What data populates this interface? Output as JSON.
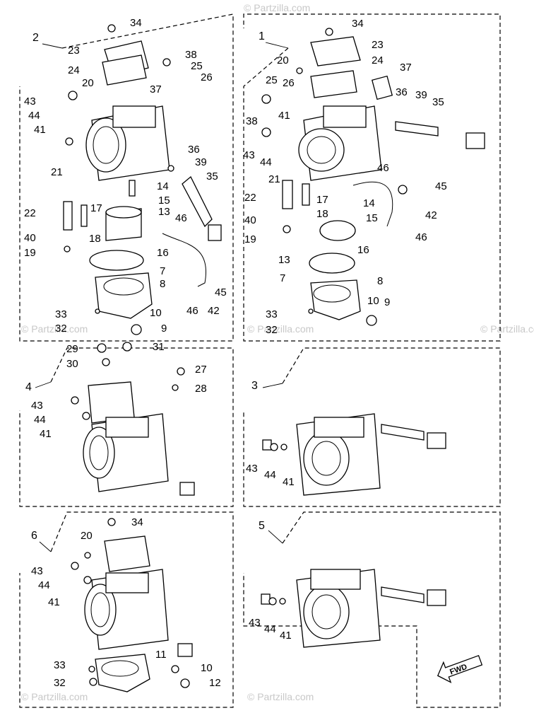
{
  "watermarks": {
    "top": "© Partzilla.com",
    "repeat": "© Partzilla.com"
  },
  "assemblies": [
    {
      "id": "2",
      "label": "2"
    },
    {
      "id": "1",
      "label": "1"
    },
    {
      "id": "4",
      "label": "4"
    },
    {
      "id": "3",
      "label": "3"
    },
    {
      "id": "6",
      "label": "6"
    },
    {
      "id": "5",
      "label": "5"
    }
  ],
  "callouts": {
    "a2": [
      "34",
      "23",
      "24",
      "38",
      "25",
      "26",
      "20",
      "37",
      "43",
      "44",
      "41",
      "21",
      "36",
      "39",
      "35",
      "14",
      "15",
      "13",
      "22",
      "17",
      "40",
      "18",
      "19",
      "46",
      "16",
      "7",
      "8",
      "45",
      "33",
      "46",
      "42",
      "10",
      "32",
      "9"
    ],
    "a1": [
      "34",
      "23",
      "24",
      "20",
      "37",
      "25",
      "26",
      "36",
      "39",
      "35",
      "38",
      "41",
      "43",
      "44",
      "21",
      "46",
      "45",
      "22",
      "17",
      "14",
      "40",
      "18",
      "15",
      "42",
      "19",
      "16",
      "46",
      "13",
      "7",
      "8",
      "33",
      "10",
      "9",
      "32"
    ],
    "a4": [
      "29",
      "31",
      "27",
      "30",
      "28",
      "43",
      "44",
      "41"
    ],
    "a3": [
      "43",
      "44",
      "41"
    ],
    "a6": [
      "34",
      "20",
      "43",
      "44",
      "41",
      "33",
      "11",
      "10",
      "32",
      "12"
    ],
    "a5": [
      "43",
      "44",
      "41"
    ]
  },
  "fwd_label": "FWD",
  "colors": {
    "line": "#000000",
    "watermark": "#c8c8c8",
    "background": "#ffffff"
  }
}
